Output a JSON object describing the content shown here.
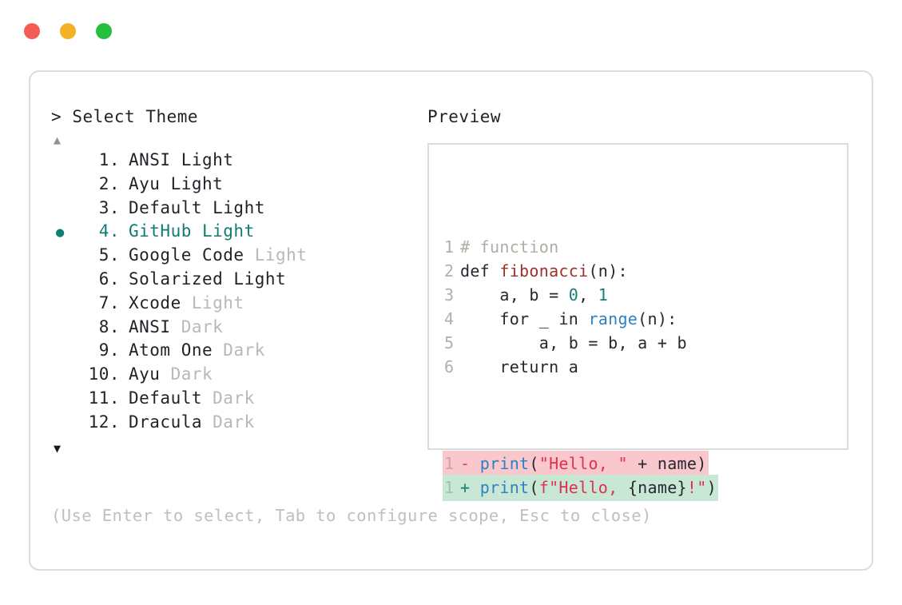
{
  "window": {
    "traffic_lights": [
      {
        "name": "close-button",
        "color": "#f55b55"
      },
      {
        "name": "minimize-button",
        "color": "#f5b125"
      },
      {
        "name": "maximize-button",
        "color": "#25bf3e"
      }
    ]
  },
  "selector": {
    "prompt_symbol": ">",
    "prompt_title": "Select Theme",
    "scroll_up_glyph": "▲",
    "scroll_down_glyph": "▼",
    "selected_bullet": "●",
    "selected_index": 4,
    "accent_color": "#0f7d74",
    "items": [
      {
        "number": "1.",
        "name": "ANSI Light",
        "mode": "",
        "mode_dim": false,
        "selected": false
      },
      {
        "number": "2.",
        "name": "Ayu Light",
        "mode": "",
        "mode_dim": false,
        "selected": false
      },
      {
        "number": "3.",
        "name": "Default Light",
        "mode": "",
        "mode_dim": false,
        "selected": false
      },
      {
        "number": "4.",
        "name": "GitHub Light",
        "mode": "",
        "mode_dim": false,
        "selected": true
      },
      {
        "number": "5.",
        "name": "Google Code",
        "mode": "Light",
        "mode_dim": true,
        "selected": false
      },
      {
        "number": "6.",
        "name": "Solarized Light",
        "mode": "",
        "mode_dim": false,
        "selected": false
      },
      {
        "number": "7.",
        "name": "Xcode",
        "mode": "Light",
        "mode_dim": true,
        "selected": false
      },
      {
        "number": "8.",
        "name": "ANSI",
        "mode": "Dark",
        "mode_dim": true,
        "selected": false
      },
      {
        "number": "9.",
        "name": "Atom One",
        "mode": "Dark",
        "mode_dim": true,
        "selected": false
      },
      {
        "number": "10.",
        "name": "Ayu",
        "mode": "Dark",
        "mode_dim": true,
        "selected": false
      },
      {
        "number": "11.",
        "name": "Default",
        "mode": "Dark",
        "mode_dim": true,
        "selected": false
      },
      {
        "number": "12.",
        "name": "Dracula",
        "mode": "Dark",
        "mode_dim": true,
        "selected": false
      }
    ],
    "footer_hint": "(Use Enter to select, Tab to configure scope, Esc to close)"
  },
  "preview": {
    "label": "Preview",
    "code_lines": [
      {
        "number": "1",
        "tokens": [
          {
            "t": "# function",
            "c": "tok-comment"
          }
        ]
      },
      {
        "number": "2",
        "tokens": [
          {
            "t": "def ",
            "c": "tok-plain"
          },
          {
            "t": "fibonacci",
            "c": "tok-func"
          },
          {
            "t": "(n):",
            "c": "tok-punct"
          }
        ]
      },
      {
        "number": "3",
        "tokens": [
          {
            "t": "    a, b = ",
            "c": "tok-plain"
          },
          {
            "t": "0",
            "c": "tok-num"
          },
          {
            "t": ", ",
            "c": "tok-plain"
          },
          {
            "t": "1",
            "c": "tok-num"
          }
        ]
      },
      {
        "number": "4",
        "tokens": [
          {
            "t": "    for _ in ",
            "c": "tok-plain"
          },
          {
            "t": "range",
            "c": "tok-builtin"
          },
          {
            "t": "(n):",
            "c": "tok-punct"
          }
        ]
      },
      {
        "number": "5",
        "tokens": [
          {
            "t": "        a, b = b, a + b",
            "c": "tok-plain"
          }
        ]
      },
      {
        "number": "6",
        "tokens": [
          {
            "t": "    return a",
            "c": "tok-plain"
          }
        ]
      }
    ],
    "diff_lines": [
      {
        "number": "1",
        "sign": "-",
        "kind": "del",
        "tokens": [
          {
            "t": "print",
            "c": "tok-call"
          },
          {
            "t": "(",
            "c": "tok-punct"
          },
          {
            "t": "\"Hello, \"",
            "c": "tok-str"
          },
          {
            "t": " + name)",
            "c": "tok-punct"
          }
        ]
      },
      {
        "number": "1",
        "sign": "+",
        "kind": "add",
        "tokens": [
          {
            "t": "print",
            "c": "tok-call"
          },
          {
            "t": "(",
            "c": "tok-punct"
          },
          {
            "t": "f\"Hello, ",
            "c": "tok-str"
          },
          {
            "t": "{name}",
            "c": "tok-punct"
          },
          {
            "t": "!\"",
            "c": "tok-str"
          },
          {
            "t": ")",
            "c": "tok-punct"
          }
        ]
      }
    ]
  }
}
